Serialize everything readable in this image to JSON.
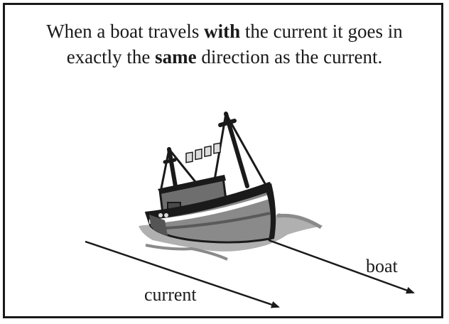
{
  "caption": {
    "line1_pre": "When a boat travels ",
    "line1_bold": "with",
    "line1_post": " the current it goes in",
    "line2_pre": "exactly the ",
    "line2_bold": "same",
    "line2_post": " direction as the current."
  },
  "labels": {
    "boat": "boat",
    "current": "current"
  },
  "colors": {
    "ink": "#1a1a1a",
    "hull_gray": "#8a8a8a",
    "cabin_gray": "#6e6e6e",
    "water_gray": "#b0b0b0"
  }
}
